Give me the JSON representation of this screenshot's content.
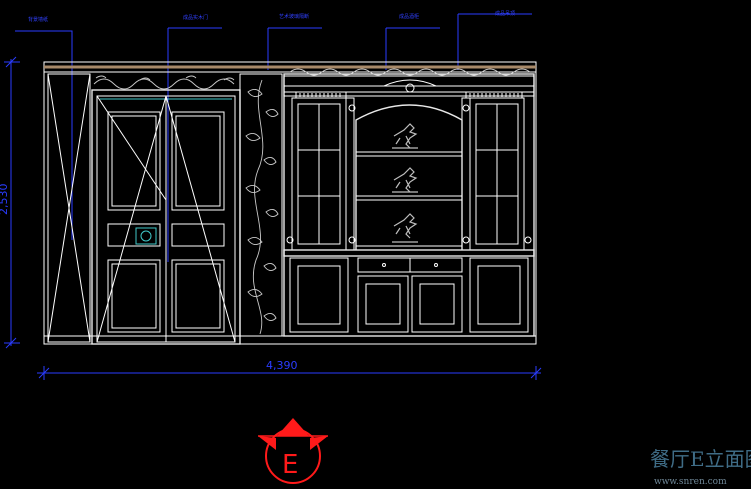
{
  "drawing": {
    "dimensions": {
      "height": "2,530",
      "width": "4,390"
    },
    "callouts": [
      "背景墙纸",
      "成品实木门",
      "艺术玻璃隔断",
      "成品酒柜",
      "成品吊顶"
    ],
    "section_marker": {
      "letter": "E"
    },
    "colors": {
      "lines": "#ffffff",
      "dimensions": "#2a3cff",
      "marker": "#ff1a1a",
      "watermark": "#3f6c86"
    }
  },
  "watermark": {
    "title": "餐厅E立面图",
    "site": "www.snren.com"
  }
}
